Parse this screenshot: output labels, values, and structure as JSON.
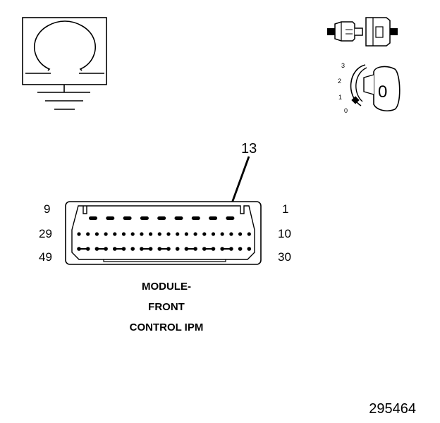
{
  "ground_symbol": {
    "icon": "ohm-resistance-ground-icon"
  },
  "connector_plug": {
    "icon": "connector-disconnected-icon"
  },
  "ignition_key": {
    "icon": "ignition-key-icon",
    "positions": [
      "3",
      "2",
      "1",
      "0"
    ],
    "selected": "0",
    "face_label": "0"
  },
  "connector": {
    "icon": "connector-face-icon",
    "callout": "13",
    "pin_labels": {
      "top_left": "9",
      "top_right": "1",
      "mid_left": "29",
      "mid_right": "10",
      "bot_left": "49",
      "bot_right": "30"
    },
    "highlighted_pin": "13"
  },
  "module_title": [
    "MODULE-",
    "FRONT",
    "CONTROL IPM"
  ],
  "figure_number": "295464",
  "colors": {
    "ink": "#000000",
    "paper": "#ffffff"
  }
}
